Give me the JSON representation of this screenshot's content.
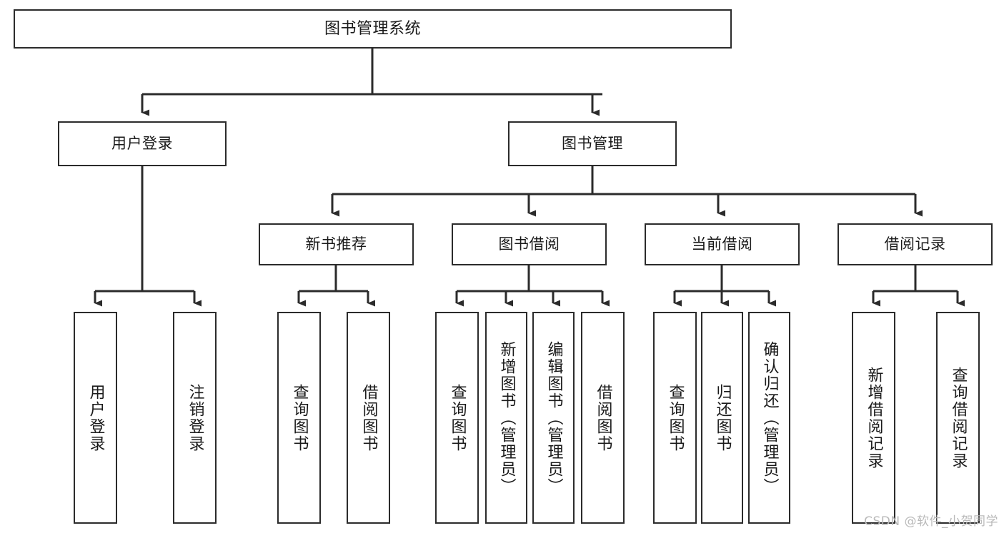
{
  "diagram": {
    "title": "图书管理系统",
    "watermark": "CSDN @软件_小贺同学",
    "accent_color": "#2b2b2b",
    "background_color": "#ffffff",
    "watermark_color": "#b9b9b9",
    "root": {
      "label": "图书管理系统"
    },
    "level2": [
      {
        "label": "用户登录"
      },
      {
        "label": "图书管理"
      }
    ],
    "level3": [
      {
        "label": "新书推荐"
      },
      {
        "label": "图书借阅"
      },
      {
        "label": "当前借阅"
      },
      {
        "label": "借阅记录"
      }
    ],
    "leaves": {
      "user_login": [
        {
          "label": "用户登录"
        },
        {
          "label": "注销登录"
        }
      ],
      "new_book": [
        {
          "label": "查询图书"
        },
        {
          "label": "借阅图书"
        }
      ],
      "book_borrow": [
        {
          "label": "查询图书"
        },
        {
          "label": "新增图书（管理员）"
        },
        {
          "label": "编辑图书（管理员）"
        },
        {
          "label": "借阅图书"
        }
      ],
      "current_borrow": [
        {
          "label": "查询图书"
        },
        {
          "label": "归还图书"
        },
        {
          "label": "确认归还（管理员）"
        }
      ],
      "borrow_record": [
        {
          "label": "新增借阅记录"
        },
        {
          "label": "查询借阅记录"
        }
      ]
    }
  }
}
